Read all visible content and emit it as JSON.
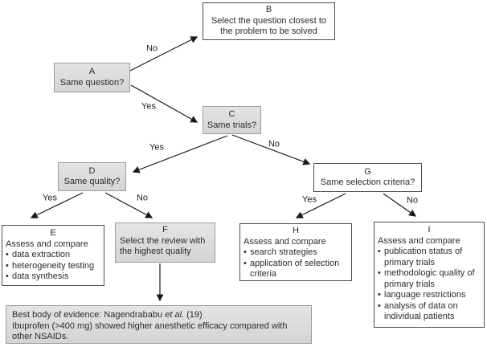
{
  "ui": {
    "bullet_char": "•"
  },
  "colors": {
    "gray_fill": "#d8d8d8",
    "white_fill": "#ffffff",
    "gray_border": "#9b9b9b",
    "dark_border": "#4c4c4c",
    "arrow": "#1a1a1a",
    "text": "#2b2b2b"
  },
  "nodes": {
    "A": {
      "letter": "A",
      "text": "Same question?"
    },
    "B": {
      "letter": "B",
      "text": "Select the question closest to the problem to be solved"
    },
    "C": {
      "letter": "C",
      "text": "Same trials?"
    },
    "D": {
      "letter": "D",
      "text": "Same quality?"
    },
    "E": {
      "letter": "E",
      "title": "Assess and compare",
      "bullets": [
        "data extraction",
        "heterogeneity testing",
        "data synthesis"
      ]
    },
    "F": {
      "letter": "F",
      "text": "Select the review with the highest quality"
    },
    "G": {
      "letter": "G",
      "text": "Same selection criteria?"
    },
    "H": {
      "letter": "H",
      "title": "Assess and compare",
      "bullets": [
        "search strategies",
        "application of selection criteria"
      ]
    },
    "I": {
      "letter": "I",
      "title": "Assess and compare",
      "bullets": [
        "publication status of primary trials",
        "methodologic quality of primary trials",
        "language restrictions",
        "analysis of data on individual patients"
      ]
    }
  },
  "edges": [
    {
      "from": "A",
      "to": "B",
      "label": "No"
    },
    {
      "from": "A",
      "to": "C",
      "label": "Yes"
    },
    {
      "from": "C",
      "to": "D",
      "label": "Yes"
    },
    {
      "from": "C",
      "to": "G",
      "label": "No"
    },
    {
      "from": "D",
      "to": "E",
      "label": "Yes"
    },
    {
      "from": "D",
      "to": "F",
      "label": "No"
    },
    {
      "from": "G",
      "to": "H",
      "label": "Yes"
    },
    {
      "from": "G",
      "to": "I",
      "label": "No"
    },
    {
      "from": "F",
      "to": "result",
      "label": ""
    }
  ],
  "result": {
    "prefix": "Best body of evidence: Nagendrababu",
    "etal": "et al.",
    "suffix": "(19)",
    "line2": "Ibuprofen (>400 mg) showed higher anesthetic efficacy compared with other NSAIDs."
  }
}
